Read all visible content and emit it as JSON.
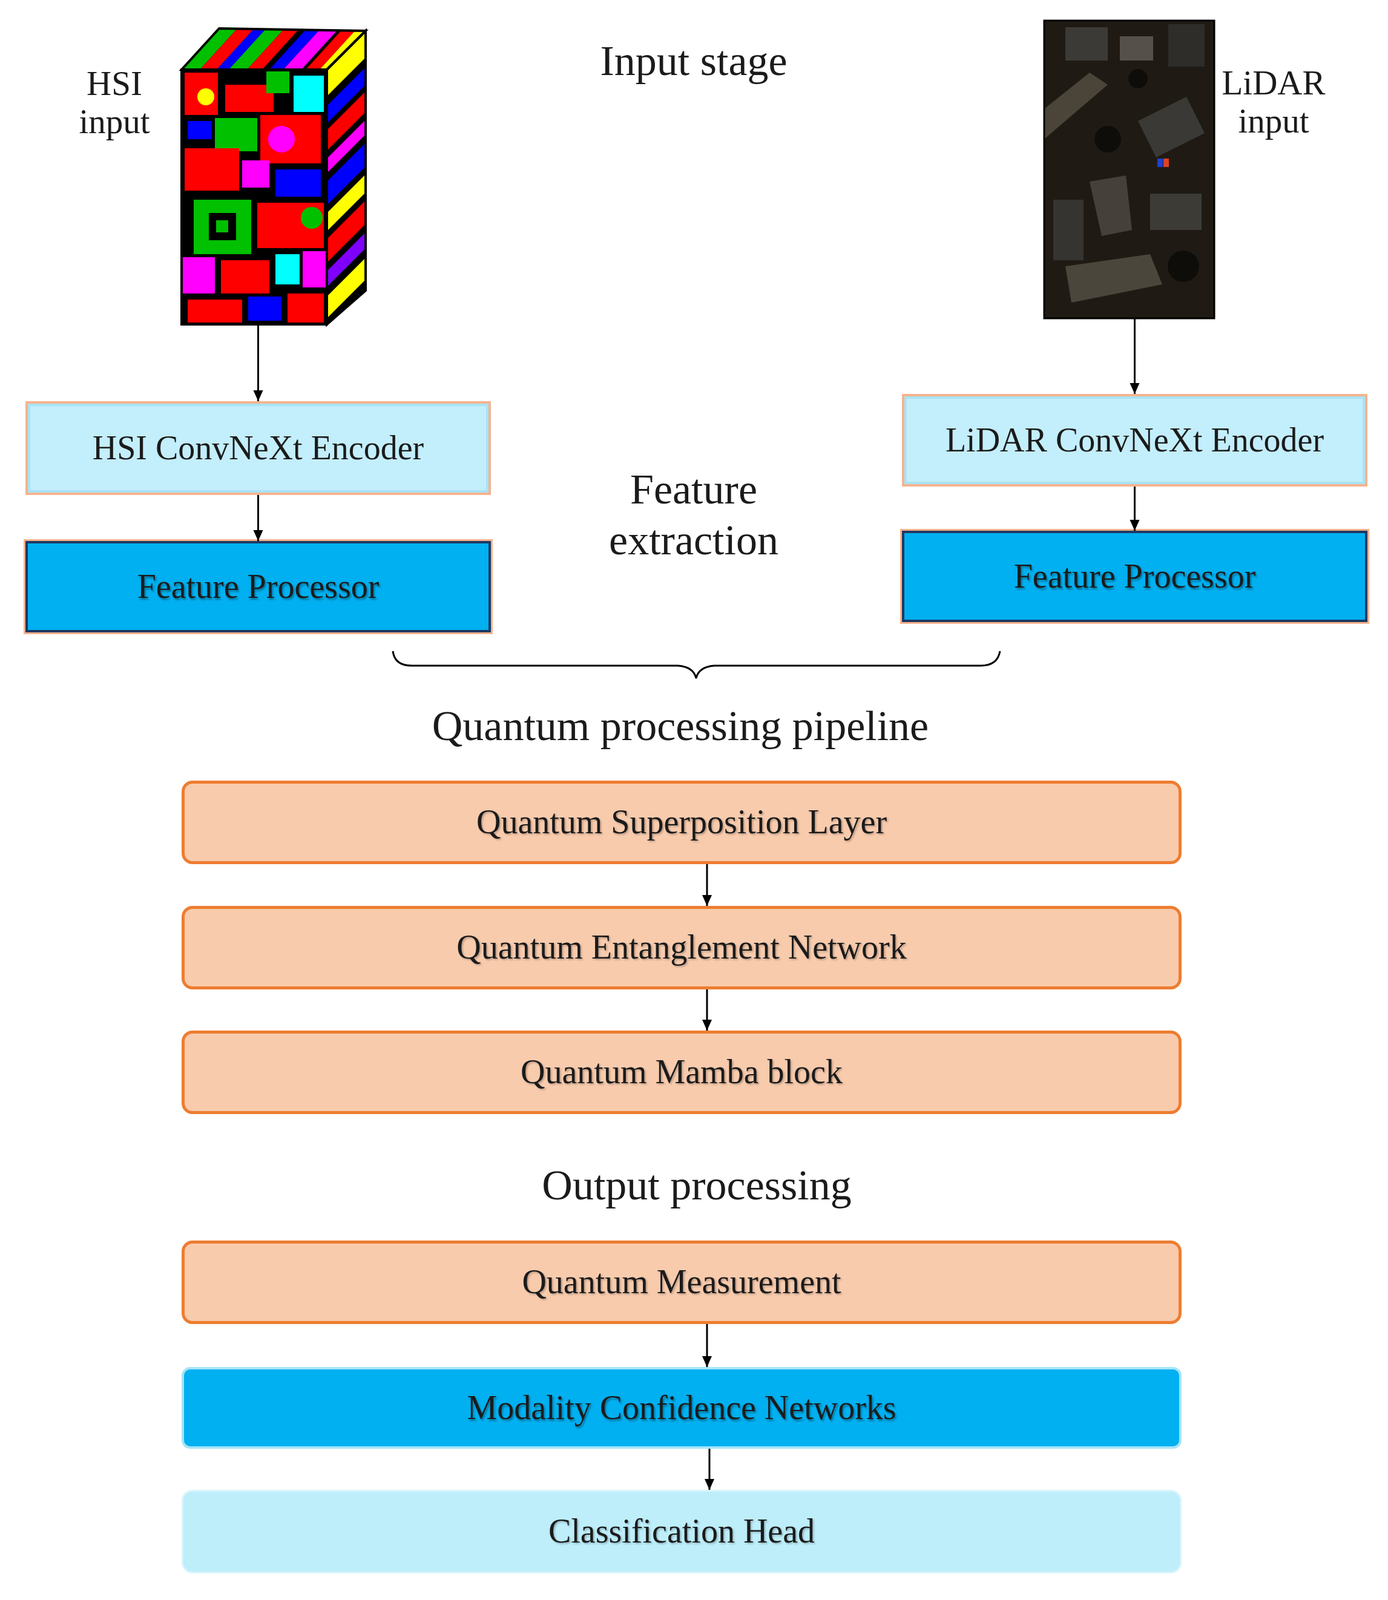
{
  "diagram": {
    "nodes": [
      {
        "text": [
          "HSI input"
        ]
      },
      {
        "text": [
          "HSI ConvNeXt Encoder"
        ]
      },
      {
        "text": [
          "Feature Processor"
        ]
      },
      {
        "text": [
          "LiDAR input"
        ]
      },
      {
        "text": [
          "LiDAR ConvNeXt Encoder"
        ]
      },
      {
        "text": [
          "Feature Processor"
        ]
      },
      {
        "text": [
          "Quantum Superposition Layer"
        ]
      },
      {
        "text": [
          "Quantum Entanglement Network"
        ]
      },
      {
        "text": [
          "Quantum Mamba block"
        ]
      },
      {
        "text": [
          "Quantum Measurement"
        ]
      },
      {
        "text": [
          "Modality Confidence Networks"
        ]
      },
      {
        "text": [
          "Classification Head"
        ]
      }
    ],
    "edges": [
      {
        "from": 0,
        "to": 1,
        "arrow": "to"
      },
      {
        "from": 1,
        "to": 2,
        "arrow": "to"
      },
      {
        "from": 3,
        "to": 4,
        "arrow": "to"
      },
      {
        "from": 4,
        "to": 5,
        "arrow": "to"
      },
      {
        "from": 6,
        "to": 7,
        "arrow": "to"
      },
      {
        "from": 7,
        "to": 8,
        "arrow": "to"
      },
      {
        "from": 9,
        "to": 10,
        "arrow": "to"
      },
      {
        "from": 10,
        "to": 11,
        "arrow": "to"
      }
    ],
    "labels": [
      "Input stage",
      "Feature extraction",
      "Quantum processing pipeline",
      "Output processing"
    ]
  }
}
